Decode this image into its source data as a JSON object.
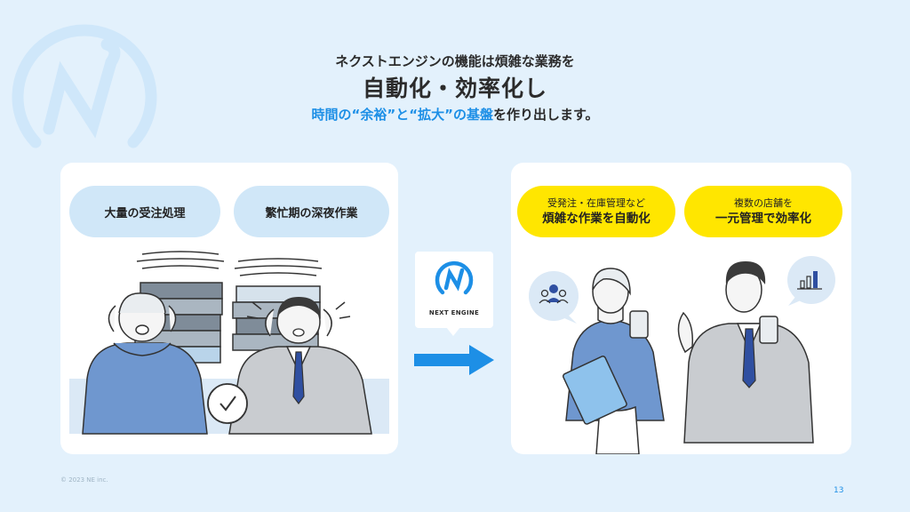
{
  "header": {
    "line1": "ネクストエンジンの機能は煩雑な業務を",
    "line2": "自動化・効率化し",
    "line3_a": "時間の“余裕”と“拡大”の基盤",
    "line3_b": "を作り出します。"
  },
  "left": {
    "pill1": "大量の受注処理",
    "pill2": "繁忙期の深夜作業"
  },
  "middle": {
    "logo_caption": "NEXT ENGINE"
  },
  "right": {
    "pill1_sub": "受発注・在庫管理など",
    "pill1_main": "煩雑な作業を自動化",
    "pill2_sub": "複数の店舗を",
    "pill2_main": "一元管理で効率化"
  },
  "footer": {
    "copyright": "© 2023 NE inc.",
    "page_number": "13"
  },
  "colors": {
    "background": "#e3f1fc",
    "accent_blue": "#1d8fe6",
    "pill_blue": "#d0e7f8",
    "pill_yellow": "#ffe600"
  }
}
